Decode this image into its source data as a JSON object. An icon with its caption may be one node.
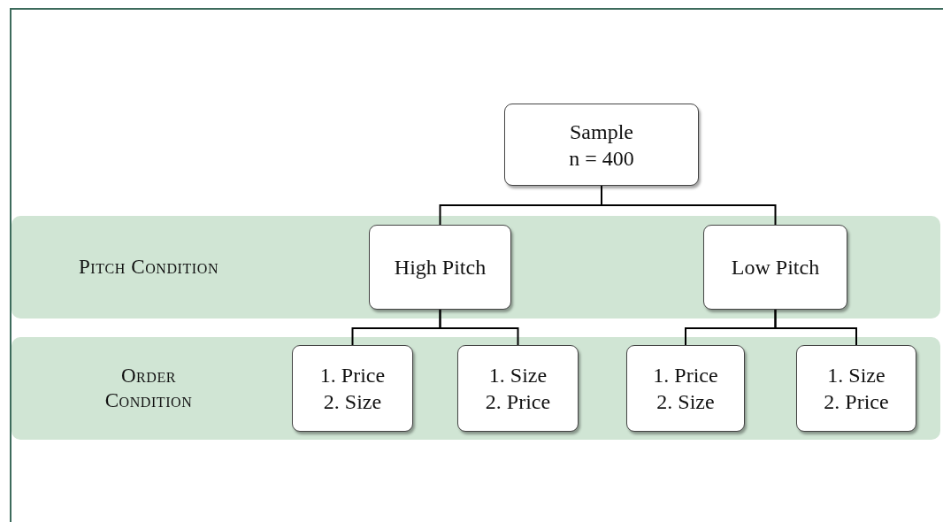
{
  "diagram": {
    "nodes": [
      {
        "text": [
          "Sample",
          "n = 400"
        ]
      },
      {
        "text": [
          "Pitch Condition"
        ]
      },
      {
        "text": [
          "High Pitch"
        ],
        "in": 1
      },
      {
        "text": [
          "Low Pitch"
        ],
        "in": 1
      },
      {
        "text": [
          "Order Condition"
        ]
      },
      {
        "text": [
          "1. Price",
          "2. Size"
        ],
        "in": 4
      },
      {
        "text": [
          "1. Size",
          "2. Price"
        ],
        "in": 4
      },
      {
        "text": [
          "1. Price",
          "2. Size"
        ],
        "in": 4
      },
      {
        "text": [
          "1. Size",
          "2. Price"
        ],
        "in": 4
      }
    ],
    "edges": [
      {
        "from": 0,
        "to": 2,
        "arrow": "none"
      },
      {
        "from": 0,
        "to": 3,
        "arrow": "none"
      },
      {
        "from": 2,
        "to": 5,
        "arrow": "none"
      },
      {
        "from": 2,
        "to": 6,
        "arrow": "none"
      },
      {
        "from": 3,
        "to": 7,
        "arrow": "none"
      },
      {
        "from": 3,
        "to": 8,
        "arrow": "none"
      }
    ]
  }
}
